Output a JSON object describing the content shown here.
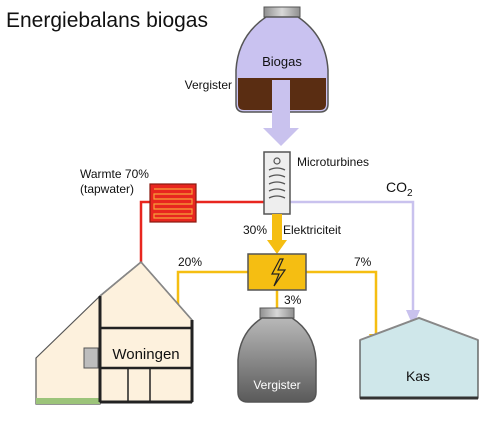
{
  "title": "Energiebalans biogas",
  "digester_top": {
    "label": "Biogas",
    "caption": "Vergister"
  },
  "microturbine": {
    "label": "Microturbines"
  },
  "co2": {
    "label": "CO",
    "subscript": "2"
  },
  "heat": {
    "line1": "Warmte 70%",
    "line2": "(tapwater)"
  },
  "electricity": {
    "percent": "30%",
    "label": "Elektriciteit"
  },
  "splits": {
    "houses": "20%",
    "greenhouse": "7%",
    "digester": "3%"
  },
  "houses": {
    "label": "Woningen"
  },
  "digester_bottom": {
    "label": "Vergister"
  },
  "greenhouse": {
    "label": "Kas"
  },
  "colors": {
    "heat": "#e8261f",
    "electricity": "#f5be12",
    "co2": "#c9c2ee",
    "biogas_flow": "#c9c2ee",
    "biogas_fill": "#c9c2f0",
    "slurry": "#5a2d12",
    "house_fill": "#fdf1dd",
    "greenhouse_fill": "#cfe7ea"
  },
  "icons": {
    "electricity_box": "lightning-bolt-icon",
    "heat_box": "heat-exchanger-icon",
    "turbine": "turbine-icon"
  }
}
